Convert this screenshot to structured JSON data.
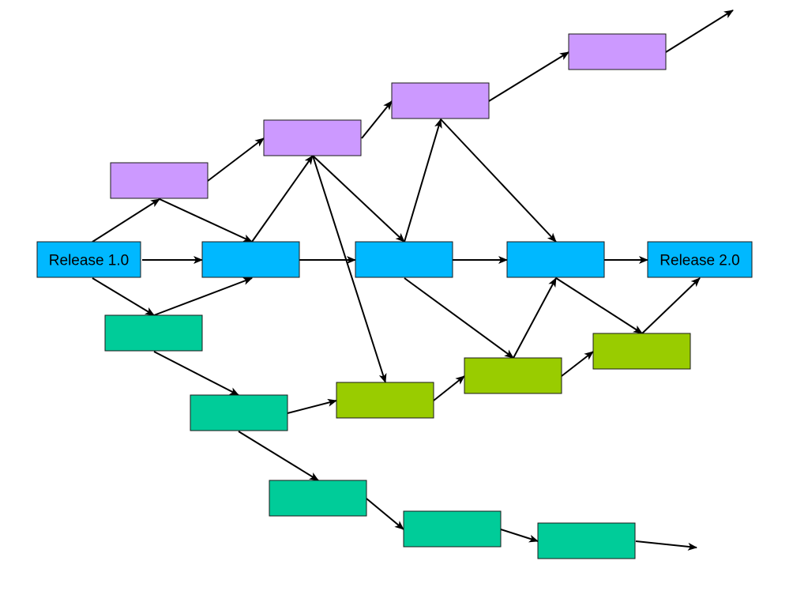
{
  "colors": {
    "purple": "#cc99ff",
    "blue": "#00b8ff",
    "teal": "#00cc99",
    "green": "#99cc00",
    "edge": "#000000"
  },
  "nodes": {
    "rel1": {
      "label": "Release 1.0",
      "color": "blue"
    },
    "b2": {
      "label": "",
      "color": "blue"
    },
    "b3": {
      "label": "",
      "color": "blue"
    },
    "b4": {
      "label": "",
      "color": "blue"
    },
    "rel2": {
      "label": "Release 2.0",
      "color": "blue"
    },
    "p1": {
      "label": "",
      "color": "purple"
    },
    "p2": {
      "label": "",
      "color": "purple"
    },
    "p3": {
      "label": "",
      "color": "purple"
    },
    "p4": {
      "label": "",
      "color": "purple"
    },
    "t1": {
      "label": "",
      "color": "teal"
    },
    "t2": {
      "label": "",
      "color": "teal"
    },
    "t3": {
      "label": "",
      "color": "teal"
    },
    "t4": {
      "label": "",
      "color": "teal"
    },
    "t5": {
      "label": "",
      "color": "teal"
    },
    "g1": {
      "label": "",
      "color": "green"
    },
    "g2": {
      "label": "",
      "color": "green"
    },
    "g3": {
      "label": "",
      "color": "green"
    }
  },
  "edges": [
    [
      "rel1",
      "b2"
    ],
    [
      "b2",
      "b3"
    ],
    [
      "b3",
      "b4"
    ],
    [
      "b4",
      "rel2"
    ],
    [
      "rel1",
      "p1"
    ],
    [
      "p1",
      "b2"
    ],
    [
      "p1",
      "p2"
    ],
    [
      "b2",
      "p2"
    ],
    [
      "p2",
      "p3"
    ],
    [
      "p2",
      "b3"
    ],
    [
      "p2",
      "g1"
    ],
    [
      "b3",
      "p3"
    ],
    [
      "p3",
      "p4"
    ],
    [
      "p3",
      "b4"
    ],
    [
      "p4",
      "out-top"
    ],
    [
      "rel1",
      "t1"
    ],
    [
      "t1",
      "b2"
    ],
    [
      "t1",
      "t2"
    ],
    [
      "t2",
      "g1"
    ],
    [
      "t2",
      "t3"
    ],
    [
      "t3",
      "t4"
    ],
    [
      "t4",
      "t5"
    ],
    [
      "t5",
      "out-bottom"
    ],
    [
      "g1",
      "g2"
    ],
    [
      "b3",
      "g2"
    ],
    [
      "g2",
      "b4"
    ],
    [
      "g2",
      "g3"
    ],
    [
      "b4",
      "g3"
    ],
    [
      "g3",
      "rel2"
    ]
  ]
}
